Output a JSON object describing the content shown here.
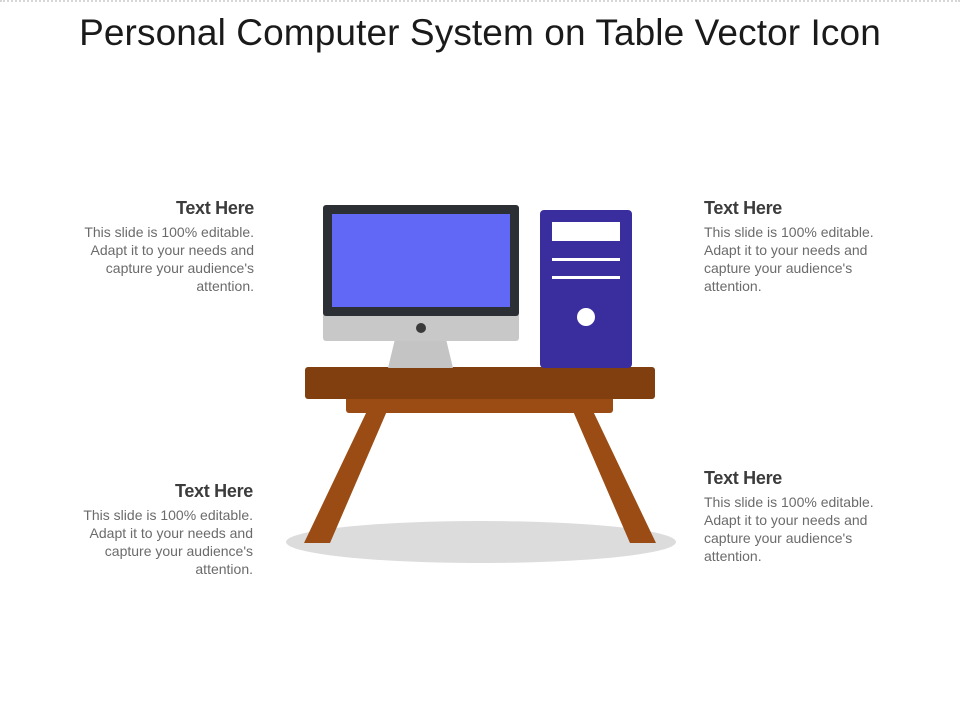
{
  "title": "Personal Computer System on Table Vector Icon",
  "colors": {
    "monitor_bezel": "#2c2f33",
    "monitor_screen": "#6168f5",
    "monitor_chin": "#c8c8c8",
    "monitor_button": "#3a3a3a",
    "stand": "#c4c4c4",
    "tower": "#3a2e9e",
    "tower_detail": "#ffffff",
    "tabletop": "#813f10",
    "table_apron": "#9a4c14",
    "table_legs": "#9a4c14",
    "shadow": "#dcdcdc"
  },
  "blocks": {
    "top_left": {
      "heading": "Text Here",
      "body": "This slide is 100% editable. Adapt it to your needs and capture your audience's attention."
    },
    "bottom_left": {
      "heading": "Text Here",
      "body": "This slide is 100% editable. Adapt it to your needs and capture your audience's attention."
    },
    "top_right": {
      "heading": "Text Here",
      "body": "This slide is 100% editable. Adapt it to your needs and capture your audience's attention."
    },
    "bottom_right": {
      "heading": "Text Here",
      "body": "This slide is 100% editable. Adapt it to your needs and capture your audience's attention."
    }
  }
}
